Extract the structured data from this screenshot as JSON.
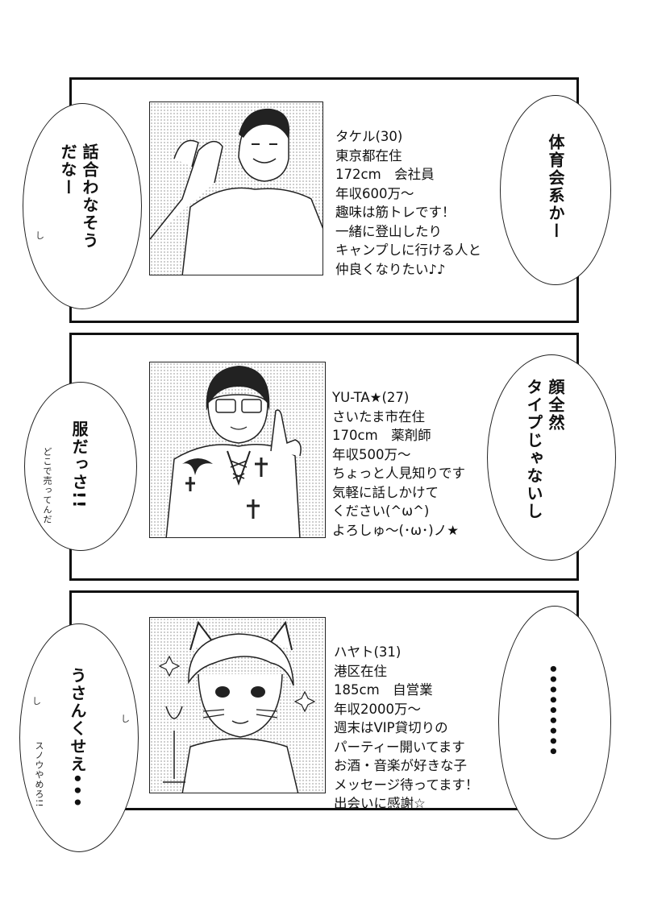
{
  "panels": [
    {
      "profile": [
        "タケル(30)",
        "東京都在住",
        "172cm　会社員",
        "年収600万〜",
        "趣味は筋トレです！",
        "一緒に登山したり",
        "キャンプしに行ける人と",
        "仲良くなりたい♪♪"
      ],
      "left_bubble": [
        "話合わなそう",
        "だなー"
      ],
      "right_bubble": [
        "体育会系かー"
      ]
    },
    {
      "profile": [
        "YU-TA★(27)",
        "さいたま市在住",
        "170cm　薬剤師",
        "年収500万〜",
        "ちょっと人見知りです",
        "気軽に話しかけて",
        "ください(^ω^)",
        "よろしゅ〜(･ω･)ノ★"
      ],
      "left_bubble": [
        "服だっさ!!"
      ],
      "left_note": "どこで売ってんだ",
      "right_bubble": [
        "顔全然",
        "タイプじゃないし"
      ]
    },
    {
      "profile": [
        "ハヤト(31)",
        "港区在住",
        "185cm　自営業",
        "年収2000万〜",
        "週末はVIP貸切りの",
        "パーティー開いてます",
        "お酒・音楽が好きな子",
        "メッセージ待ってます！",
        "出会いに感謝☆"
      ],
      "left_bubble": [
        "うさんくせえ•••"
      ],
      "left_note": "スノウやめろ!!",
      "right_bubble": [
        "•••••••••"
      ]
    }
  ]
}
